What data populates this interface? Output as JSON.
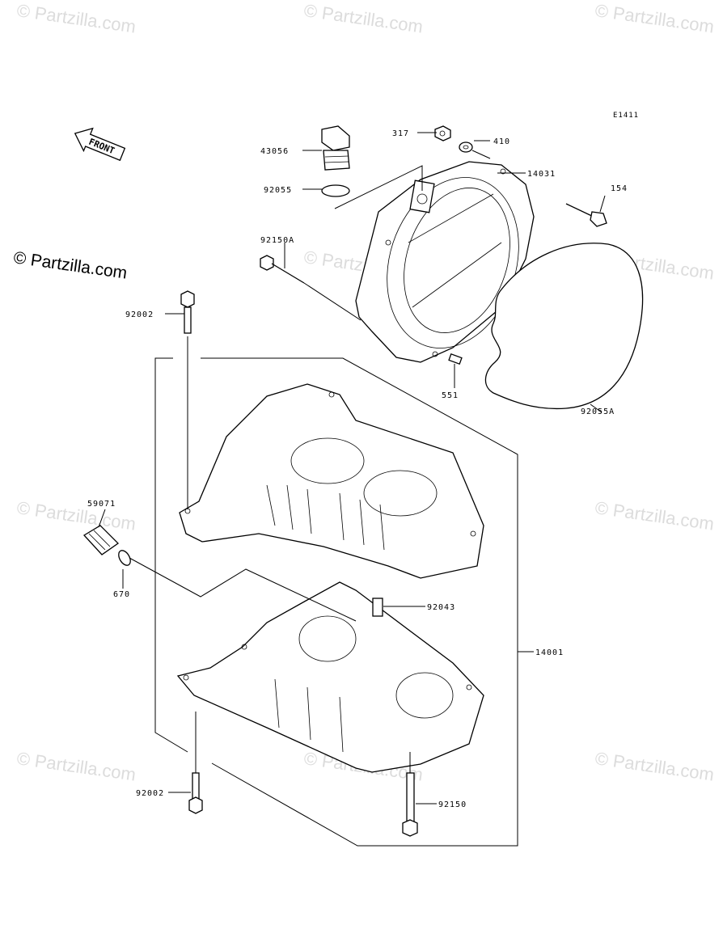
{
  "diagram_code": "E1411",
  "front_label": "FRONT",
  "brand": "© Partzilla.com",
  "watermark": "© Partzilla.com",
  "parts": {
    "p317": "317",
    "p410": "410",
    "p43056": "43056",
    "p14031": "14031",
    "p154": "154",
    "p92055": "92055",
    "p92150A": "92150A",
    "p92002_top": "92002",
    "p551": "551",
    "p92055A": "92055A",
    "p59071": "59071",
    "p670": "670",
    "p92043": "92043",
    "p14001": "14001",
    "p92002_bottom": "92002",
    "p92150": "92150"
  }
}
